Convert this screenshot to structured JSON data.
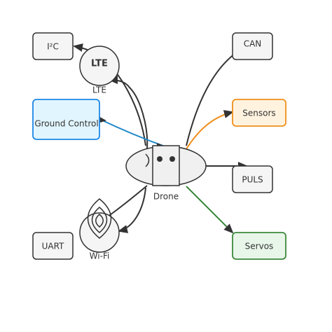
{
  "nodes": {
    "i2c": {
      "label": "I²C"
    },
    "can": {
      "label": "CAN"
    },
    "ground_control": {
      "label": "Ground Control"
    },
    "sensors": {
      "label": "Sensors"
    },
    "puls": {
      "label": "PULS"
    },
    "uart": {
      "label": "UART"
    },
    "servos": {
      "label": "Servos"
    },
    "lte": {
      "icon_text": "LTE",
      "label": "LTE",
      "icon": "lte-icon"
    },
    "wifi": {
      "label": "Wi-Fi",
      "icon": "wifi-icon"
    },
    "drone": {
      "label": "Drone",
      "icon": "drone-icon"
    }
  },
  "colors": {
    "stroke_default": "#333333",
    "ground_control_fill": "#e1f5fe",
    "ground_control_border": "#1e88e5",
    "sensors_fill": "#fff3e0",
    "sensors_border": "#ef8f1b",
    "servos_fill": "#e8f5e9",
    "servos_border": "#3b8a3b",
    "node_fill": "#f5f5f5",
    "edge_blue": "#1e88c9",
    "edge_orange": "#ef8f1b",
    "edge_green": "#3b8a3b"
  }
}
